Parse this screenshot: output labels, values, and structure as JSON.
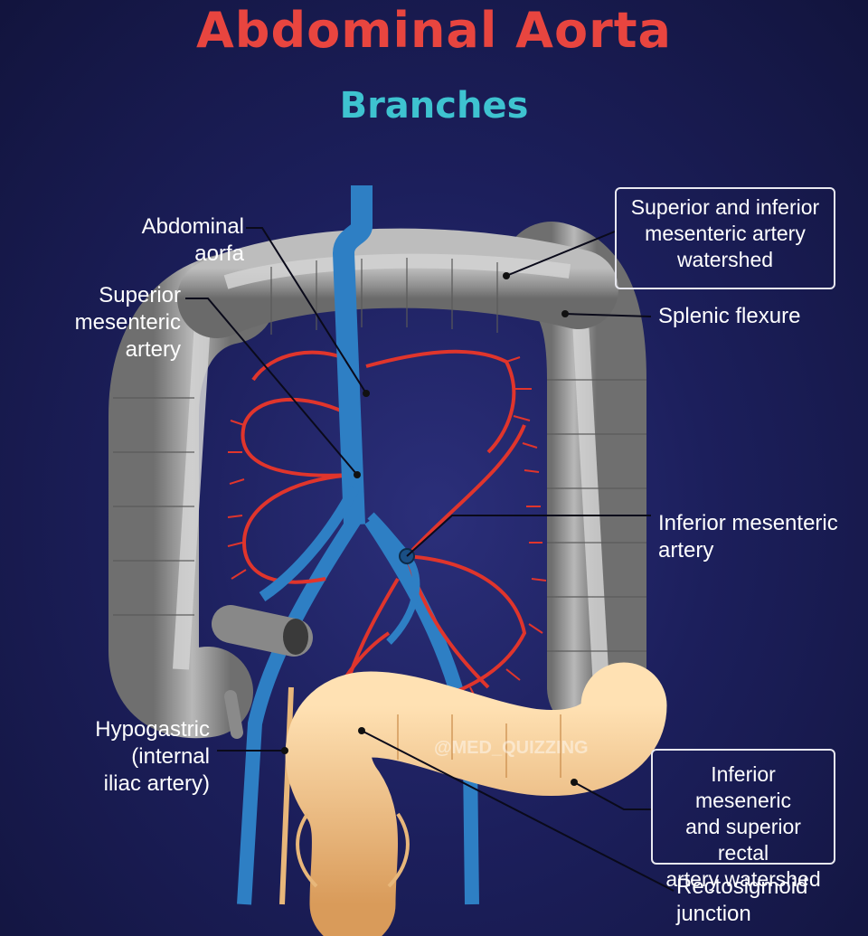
{
  "title": "Abdominal Aorta",
  "subtitle": "Branches",
  "labels": {
    "abdominal_aorta": [
      "Abdominal",
      "aorfa"
    ],
    "superior_mesenteric": [
      "Superior",
      "mesenteric",
      "artery"
    ],
    "splenic_flexure": "Splenic flexure",
    "inferior_mesenteric": [
      "Inferior mesenteric",
      "artery"
    ],
    "hypogastric": [
      "Hypogastric",
      "(internal",
      "iliac artery)"
    ],
    "rectosigmoid": [
      "Rectosigmoid",
      "junction"
    ]
  },
  "boxes": {
    "sma_ima_watershed": [
      "Superior and inferior",
      "mesenteric artery",
      "watershed"
    ],
    "ima_rectal_watershed": [
      "Inferior meseneric",
      "and superior rectal",
      "artery watershed"
    ]
  },
  "watermark": "@MED_QUIZZING",
  "colors": {
    "title": "#e8453f",
    "subtitle": "#3ec3d0",
    "aorta": "#2e7fc4",
    "arteries": "#e0352c",
    "colon": "#9a9a9a",
    "sigmoid": "#f0c48a"
  }
}
